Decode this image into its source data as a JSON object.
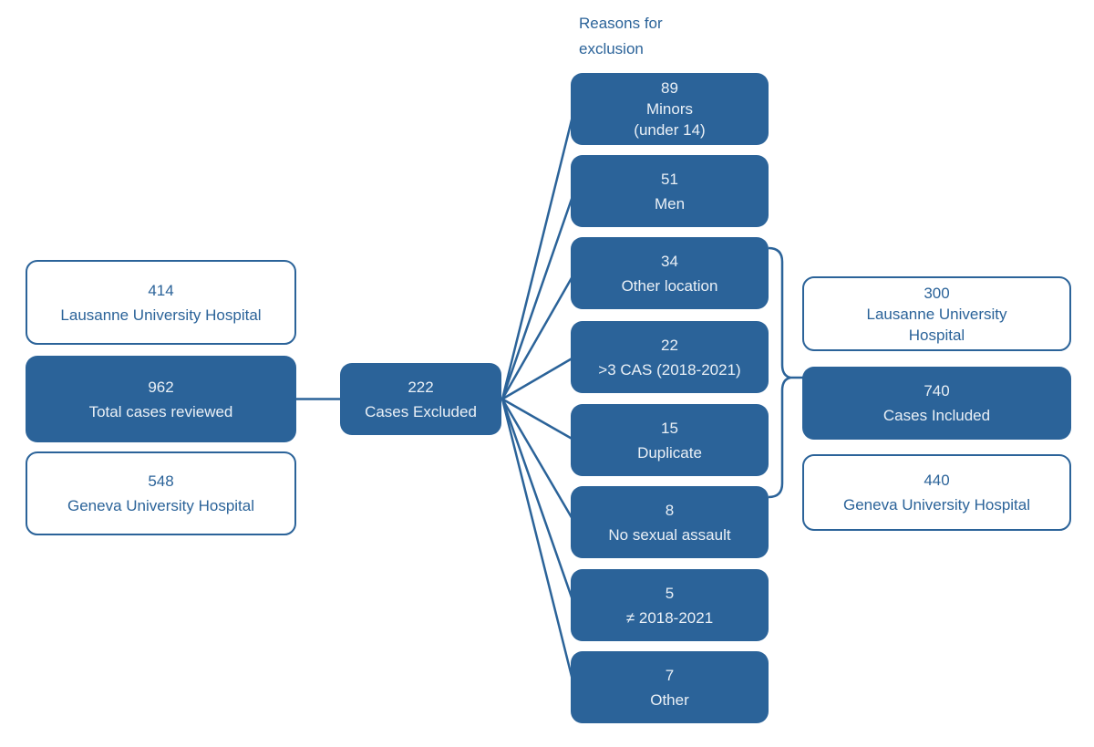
{
  "colors": {
    "primary": "#2B6399",
    "box_text_light": "#EAF0F6",
    "background": "#FFFFFF"
  },
  "reasons_header": "Reasons for\nexclusion",
  "left_column": {
    "lausanne": {
      "value": "414",
      "label": "Lausanne University Hospital"
    },
    "total": {
      "value": "962",
      "label": "Total cases reviewed"
    },
    "geneva": {
      "value": "548",
      "label": "Geneva University Hospital"
    }
  },
  "excluded": {
    "value": "222",
    "label": "Cases Excluded"
  },
  "reasons": [
    {
      "value": "89",
      "label": "Minors\n(under 14)"
    },
    {
      "value": "51",
      "label": "Men"
    },
    {
      "value": "34",
      "label": "Other location"
    },
    {
      "value": "22",
      "label": ">3 CAS (2018-2021)"
    },
    {
      "value": "15",
      "label": "Duplicate"
    },
    {
      "value": "8",
      "label": "No sexual assault"
    },
    {
      "value": "5",
      "label": "≠ 2018-2021"
    },
    {
      "value": "7",
      "label": "Other"
    }
  ],
  "right_column": {
    "lausanne": {
      "value": "300",
      "label": "Lausanne University\nHospital"
    },
    "included": {
      "value": "740",
      "label": "Cases Included"
    },
    "geneva": {
      "value": "440",
      "label": "Geneva University Hospital"
    }
  }
}
